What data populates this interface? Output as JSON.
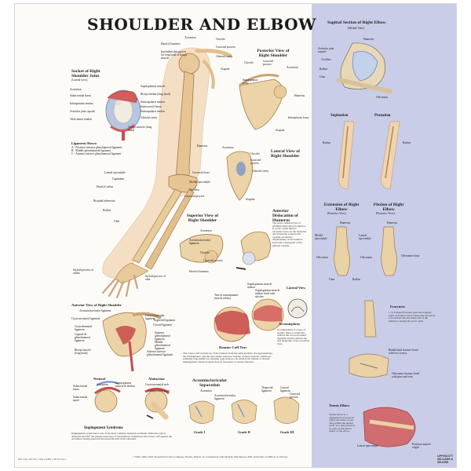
{
  "title": "SHOULDER AND ELBOW",
  "left": {
    "socket": {
      "heading": "Socket of Right Shoulder Joint",
      "sub": "(Lateral view)",
      "labels_left": [
        "Acromion",
        "Subacromial bursa",
        "Infraspinatus tendon",
        "Articular joint capsule",
        "Teres minor tendon"
      ],
      "labels_right": [
        "Supraspinatus muscle",
        "Biceps tendon (long head)",
        "Subscapularis tendon",
        "Subcoracoid bursa",
        "Subscapularis tendon",
        "Glenoid cavity"
      ],
      "label_bottom": "Triceps muscle (long head)"
    },
    "ligaments": {
      "heading": "Ligaments Shown",
      "items": [
        "A - Posterior inferior glenohumeral ligament",
        "B - Middle glenohumeral ligament",
        "C - Anterior inferior glenohumeral ligament"
      ]
    },
    "arm_labels_top": [
      "Acromion",
      "Head of humerus",
      "Intertubercular groove for long head of biceps muscle",
      "Clavicle",
      "Coracoid process",
      "Glenoid cavity",
      "Scapula"
    ],
    "arm_labels_mid": [
      "Humerus",
      "Lateral epicondyle",
      "Capitulum",
      "Head of radius",
      "Medial epicondyle",
      "Coronoid fossa",
      "Trochlea",
      "Coronoid process",
      "Bicipital tuberosity",
      "Radius",
      "Ulna"
    ],
    "arm_labels_bottom": [
      "Styloid process of radius",
      "Styloid process of ulna"
    ],
    "anterior": {
      "heading": "Anterior View of Right Shoulder",
      "labels": [
        "Acromioclavicular ligament",
        "Coracoacromial ligament",
        "Coracohumeral ligament",
        "Capsule & glenohumeral ligament",
        "Biceps muscle (long head)",
        "Coracoclavicular ligament",
        "Trapezoid ligament",
        "Conoid ligament",
        "Superior glenohumeral ligament",
        "Middle glenohumeral ligament",
        "Anterior inferior glenohumeral ligament"
      ]
    },
    "neutral": {
      "heading": "Neutral",
      "labels": [
        "Subacromial bursa",
        "Acromion",
        "Supraspinatus muscle & tendon",
        "Subacromial space"
      ]
    },
    "abduction": {
      "heading": "Abduction",
      "labels": [
        "Coracoacromial arch",
        "Compression point"
      ]
    },
    "impingement": {
      "heading": "Impingement Syndrome",
      "text": "Impingement syndrome is one of the most common shoulder problems. When the arm is abducted past 90° the greater tuberosity of the humerus compresses the rotator cuff against the acromion causing pain and decreased motion in the shoulder."
    }
  },
  "middle": {
    "posterior": {
      "heading": "Posterior View of Right Shoulder",
      "labels": [
        "Clavicle",
        "Coracoid process",
        "Acromion",
        "Supraspinous fossa",
        "Humerus",
        "Infraspinous fossa",
        "Scapula"
      ]
    },
    "lateral": {
      "heading": "Lateral View of Right Shoulder",
      "labels": [
        "Acromion",
        "Clavicle",
        "Coracoid process",
        "Glenoid cavity",
        "Scapula"
      ]
    },
    "superior": {
      "heading": "Superior View of Right Shoulder",
      "labels": [
        "Acromion",
        "Acromioclavicular ligament",
        "Clavicle",
        "Coracoid process",
        "Head of humerus"
      ]
    },
    "dislocation": {
      "heading": "Anterior Dislocation of Humerus",
      "text": "The most common type of shoulder dislocation is anterior. It occurs when there is excessive force on the abducted and externally rotated arm, causing an anterior displacement of the humeral head and a disruption of the glenoid capsule."
    },
    "rotator": {
      "labels": [
        "Supraspinatus muscle tendon",
        "Tear in supraspinatus muscle tendon",
        "Supraspinatus muscle tendon fixed with stitches"
      ],
      "lateral_view": "Lateral View",
      "acromioplasty_heading": "Acromioplasty",
      "acromioplasty_text": "Acromioplasty is a type of surgery done to surgically remove the coracoacromial ligament and the inferior lip and underside of the acromion bone.",
      "tear_heading": "Rotator Cuff Tear",
      "tear_text": "The rotator cuff is made up of the tendons from the subscapularis, the supraspinatus, the infraspinatus, and the teres minor muscles. Tearing of these tendons, which are primarily responsible for shoulder joint motion, can result from trauma or chronic impingement. Surgical repair may be necessary to restore function."
    },
    "ac_sep": {
      "heading": "Acromioclavicular Separation",
      "labels": [
        "Acromion",
        "Acromioclavicular ligament",
        "Trapezoid ligament",
        "Conoid ligament",
        "Coracoid process"
      ],
      "grades": [
        "Grade I",
        "Grade II",
        "Grade III"
      ]
    }
  },
  "right": {
    "sagittal": {
      "heading": "Sagittal Section of Right Elbow",
      "sub": "(Medial View)",
      "labels": [
        "Humerus",
        "Articular joint capsule",
        "Trochlea",
        "Radius",
        "Ulna",
        "Olecranon"
      ]
    },
    "supination": "Supination",
    "pronation": "Pronation",
    "radius_labels": [
      "Radius",
      "Radius"
    ],
    "extension": {
      "heading": "Extension of Right Elbow",
      "sub": "(Posterior View)"
    },
    "flexion": {
      "heading": "Flexion of Right Elbow",
      "sub": "(Posterior View)"
    },
    "elbow_labels": [
      "Humerus",
      "Humerus",
      "Medial epicondyle",
      "Lateral epicondyle",
      "Olecranon",
      "Olecranon",
      "Olecranon fossa",
      "Ulna",
      "Radius"
    ],
    "fractures": {
      "heading": "Fractures",
      "text": "1. A T-shaped fracture typically happens when an indirect force causes the olecranon to be driven into the distal end of the humerus causing the end to split."
    },
    "fracture_labels": [
      "Radial head fracture fixed with two screws",
      "Olecranon fracture fixed with pins and wire"
    ],
    "tennis": {
      "heading": "Tennis Elbow",
      "text": "Tennis elbow is a degenerative process in which the tissue occurs deep within the tendon itself. It is characterized by pain on the lateral aspect of the elbow.",
      "labels": [
        "Lateral epicondyle",
        "Extensor muscle origin"
      ]
    }
  },
  "footer": "©1993, 2000, 2003 Anatomical Chart Company, Skokie, Illinois. In consultation with Mark R. Hutchinson, MD, University of Illinois at Chicago",
  "code": "PSE 1146, WE 2017, 1000 2 ISBN 1-58779-704-4",
  "publisher": "LIPPINCOTT WILLIAMS & WILKINS",
  "colors": {
    "panel": "#c9cde8",
    "bone": "#e8c99a",
    "muscle": "#c94a4a",
    "cartilage": "#6a8ccf"
  }
}
